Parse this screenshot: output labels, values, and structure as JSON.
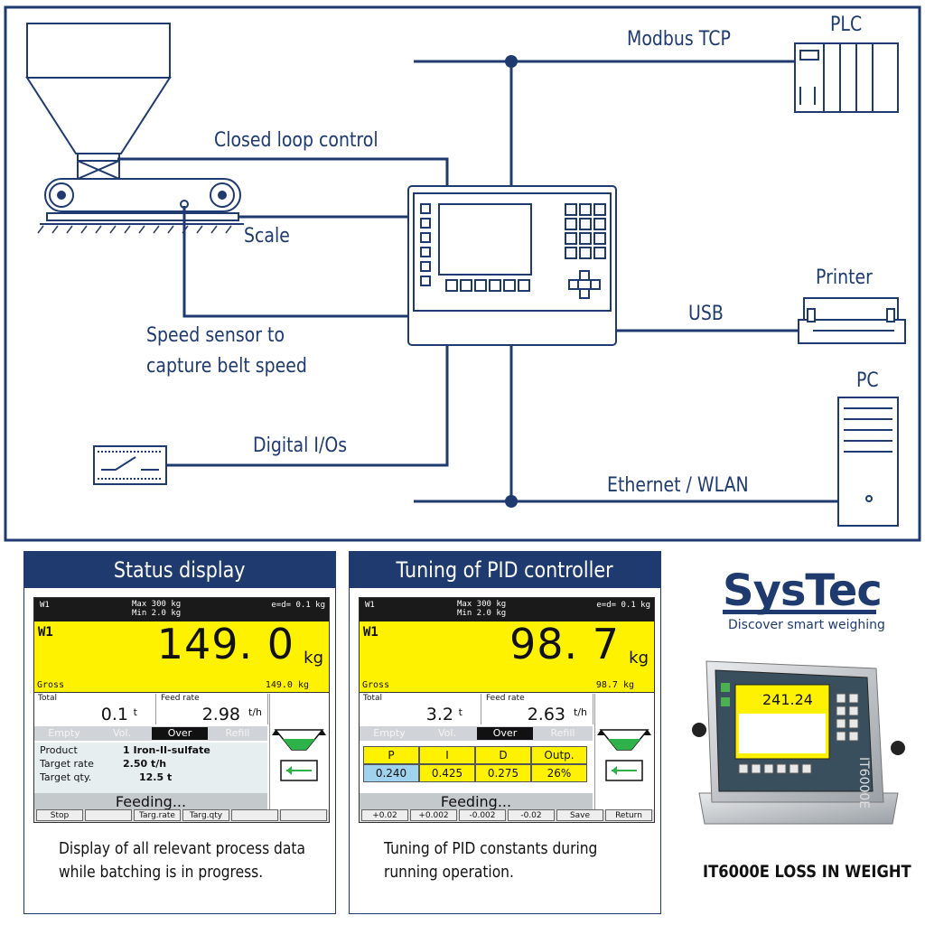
{
  "diagram": {
    "labels": {
      "modbus": "Modbus TCP",
      "plc": "PLC",
      "closed_loop": "Closed loop control",
      "scale": "Scale",
      "printer": "Printer",
      "usb": "USB",
      "speed_sensor_1": "Speed sensor to",
      "speed_sensor_2": "capture belt speed",
      "pc": "PC",
      "digital_ios": "Digital I/Os",
      "ethernet": "Ethernet / WLAN"
    }
  },
  "status_panel": {
    "title": "Status display",
    "screen": {
      "channel": "W1",
      "max": "Max 300 kg",
      "min": "Min 2.0 kg",
      "ed": "e=d= 0.1 kg",
      "weight_label": "W1",
      "weight": "149. 0",
      "unit": "kg",
      "gross_label": "Gross",
      "gross_value": "149.0 kg",
      "total_label": "Total",
      "total_value": "0.1",
      "total_unit": "t",
      "feed_label": "Feed rate",
      "feed_value": "2.98",
      "feed_unit": "t/h",
      "states": [
        "Empty",
        "Vol.",
        "Over",
        "Refill"
      ],
      "product_label": "Product",
      "product_value": "1 Iron-II-sulfate",
      "rate_label": "Target rate",
      "rate_value": "2.50 t/h",
      "qty_label": "Target qty.",
      "qty_value": "12.5 t",
      "feeding": "Feeding...",
      "fkeys": [
        "Stop",
        "",
        "Targ.rate",
        "Targ.qty",
        "",
        ""
      ]
    },
    "caption_1": "Display of all relevant process data",
    "caption_2": "while batching is in progress."
  },
  "pid_panel": {
    "title": "Tuning of PID controller",
    "screen": {
      "channel": "W1",
      "max": "Max 300 kg",
      "min": "Min 2.0 kg",
      "ed": "e=d= 0.1 kg",
      "weight_label": "W1",
      "weight": "98. 7",
      "unit": "kg",
      "gross_label": "Gross",
      "gross_value": "98.7 kg",
      "total_label": "Total",
      "total_value": "3.2",
      "total_unit": "t",
      "feed_label": "Feed rate",
      "feed_value": "2.63",
      "feed_unit": "t/h",
      "states": [
        "Empty",
        "Vol.",
        "Over",
        "Refill"
      ],
      "pid_headers": [
        "P",
        "I",
        "D",
        "Outp."
      ],
      "pid_values": [
        "0.240",
        "0.425",
        "0.275",
        "26%"
      ],
      "feeding": "Feeding...",
      "fkeys": [
        "+0.02",
        "+0.002",
        "-0.002",
        "-0.02",
        "Save",
        "Return"
      ]
    },
    "caption_1": "Tuning of PID constants during",
    "caption_2": "running operation."
  },
  "brand": {
    "logo": "SysTec",
    "tagline": "Discover smart weighing",
    "device_reading": "241.24",
    "device_label": "IT6000E",
    "product_name": "IT6000E LOSS IN WEIGHT"
  },
  "colors": {
    "navy": "#1e3a6e",
    "display_yellow": "#fff200",
    "fill_green": "#2db34a"
  }
}
